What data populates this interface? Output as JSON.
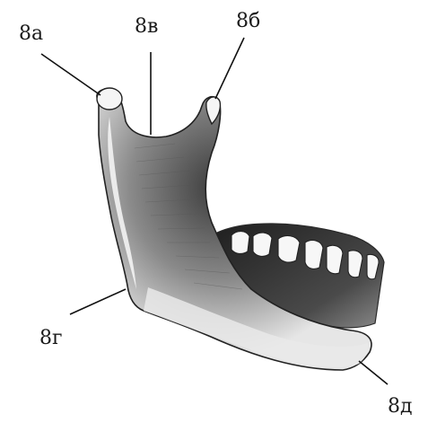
{
  "labels": {
    "a": "8а",
    "v": "8в",
    "b": "8б",
    "g": "8г",
    "d": "8д"
  }
}
